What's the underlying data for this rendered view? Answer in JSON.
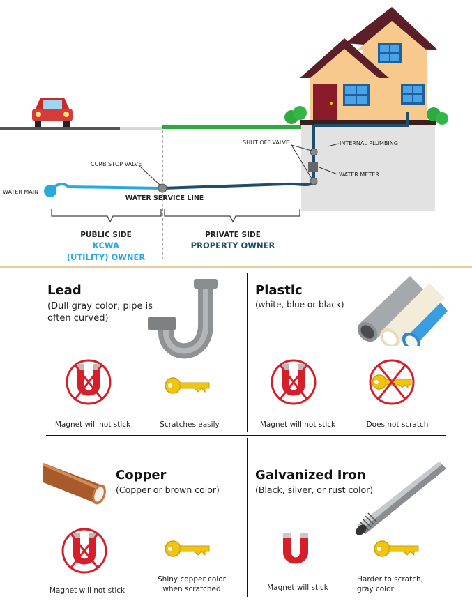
{
  "diagram": {
    "labels": {
      "shut_off_valve": "SHUT OFF VALVE",
      "internal_plumbing": "INTERNAL PLUMBING",
      "curb_stop_valve": "CURB STOP VALVE",
      "water_meter": "WATER METER",
      "water_main": "WATER MAIN",
      "water_service_line": "WATER SERVICE LINE"
    },
    "public_side": {
      "title": "PUBLIC SIDE",
      "owner_line1": "KCWA",
      "owner_line2": "(UTILITY) OWNER",
      "color": "#29a9df"
    },
    "private_side": {
      "title": "PRIVATE SIDE",
      "owner": "PROPERTY OWNER",
      "color": "#1d4e6b"
    }
  },
  "pipes": [
    {
      "name": "Lead",
      "description": "(Dull gray color, pipe is often curved)",
      "tests": [
        {
          "icon": "magnet-crossed-icon",
          "caption": "Magnet will not stick"
        },
        {
          "icon": "key-icon",
          "caption": "Scratches easily"
        }
      ]
    },
    {
      "name": "Plastic",
      "description": "(white, blue or black)",
      "tests": [
        {
          "icon": "magnet-crossed-icon",
          "caption": "Magnet will not stick"
        },
        {
          "icon": "key-crossed-icon",
          "caption": "Does not scratch"
        }
      ]
    },
    {
      "name": "Copper",
      "description": "(Copper or brown color)",
      "tests": [
        {
          "icon": "magnet-crossed-icon",
          "caption": "Magnet will not stick"
        },
        {
          "icon": "key-icon",
          "caption_line1": "Shiny copper color",
          "caption_line2": "when scratched"
        }
      ]
    },
    {
      "name": "Galvanized Iron",
      "description": "(Black, silver, or rust color)",
      "tests": [
        {
          "icon": "magnet-icon",
          "caption": "Magnet will stick"
        },
        {
          "icon": "key-icon",
          "caption_line1": "Harder to scratch,",
          "caption_line2": "gray color"
        }
      ]
    }
  ],
  "colors": {
    "public_pipe": "#29a9df",
    "private_pipe": "#1d4e6b",
    "grass": "#2eab3f",
    "road": "#555555",
    "house_roof": "#5b1f2a",
    "house_wall": "#f7c98c",
    "key": "#f1c40f",
    "magnet": "#d61f2a"
  }
}
